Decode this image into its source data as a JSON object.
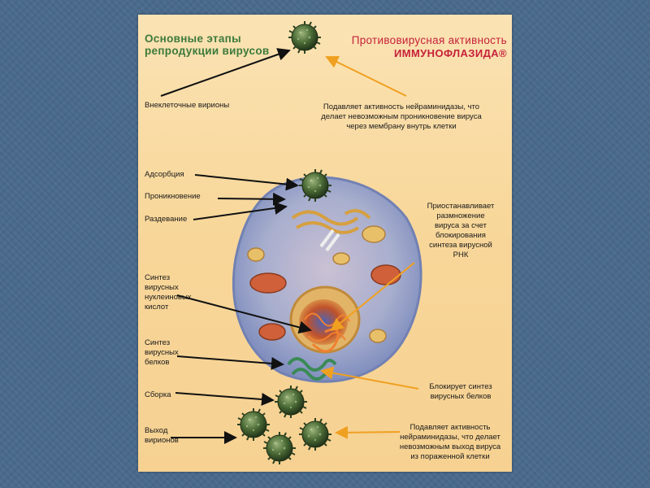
{
  "title_left": [
    "Основные этапы",
    "репродукции вирусов"
  ],
  "title_right": [
    "Противовирусная активность",
    "ИММУНОФЛАЗИДА®"
  ],
  "stages": {
    "extracellular": "Внеклеточные вирионы",
    "adsorption": "Адсорбция",
    "penetration": "Проникновение",
    "uncoating": "Раздевание",
    "nucleic_synthesis": [
      "Синтез",
      "вирусных",
      "нуклеиновых",
      "кислот"
    ],
    "protein_synthesis": [
      "Синтез",
      "вирусных",
      "белков"
    ],
    "assembly": "Сборка",
    "release": [
      "Выход",
      "вирионов"
    ]
  },
  "effects": {
    "neuraminidase_entry": [
      "Подавляет активность нейраминидазы, что",
      "делает невозможным проникновение вируса",
      "через мембрану внутрь клетки"
    ],
    "rna_block": [
      "Приостанавливает",
      "размножение",
      "вируса за счет",
      "блокирования",
      "синтеза вирусной",
      "РНК"
    ],
    "protein_block": [
      "Блокирует синтез",
      "вирусных белков"
    ],
    "neuraminidase_exit": [
      "Подавляет активность",
      "нейраминидазы, что делает",
      "невозможным выход вируса",
      "из пораженной клетки"
    ]
  },
  "colors": {
    "title_green": "#3d7a3c",
    "title_red": "#c6203a",
    "arrow_black": "#111111",
    "arrow_orange": "#f0a020",
    "virus_green": "#3f5c2e",
    "cell_blue": "#7d93c6"
  }
}
